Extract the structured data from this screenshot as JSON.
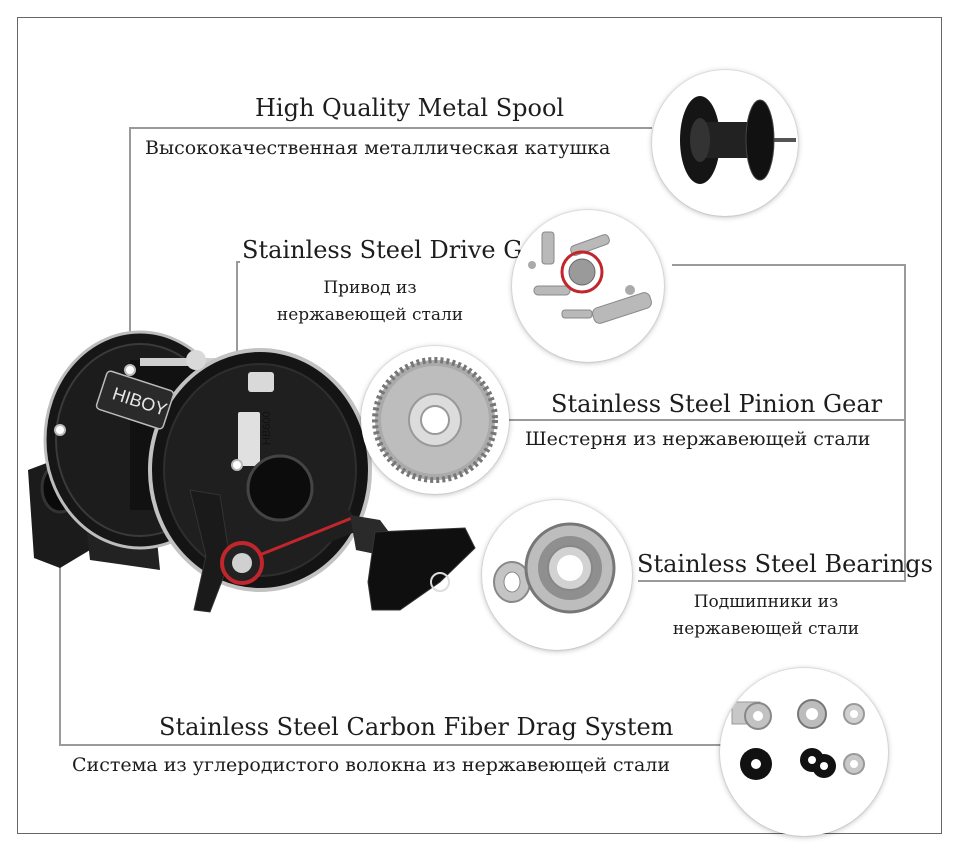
{
  "features": {
    "spool": {
      "title": "High Quality Metal Spool",
      "subtitle": "Высококачественная металлическая катушка"
    },
    "drive_gear": {
      "title": "Stainless Steel Drive Gear",
      "subtitle_line1": "Привод из",
      "subtitle_line2": "нержавеющей стали"
    },
    "pinion_gear": {
      "title": "Stainless Steel Pinion Gear",
      "subtitle": "Шестерня из нержавеющей стали"
    },
    "bearings": {
      "title": "Stainless Steel Bearings",
      "subtitle_line1": "Подшипники из",
      "subtitle_line2": "нержавеющей стали"
    },
    "drag": {
      "title": "Stainless Steel Carbon Fiber Drag System",
      "subtitle": "Система из углеродистого волокна из нержавеющей стали"
    }
  },
  "reel": {
    "brand_text": "HIBOY",
    "side_text": "HB600"
  },
  "colors": {
    "line": "#9a9a9a",
    "accent_red": "#c0262c",
    "reel_black": "#151515",
    "steel": "#c8c8c8"
  }
}
